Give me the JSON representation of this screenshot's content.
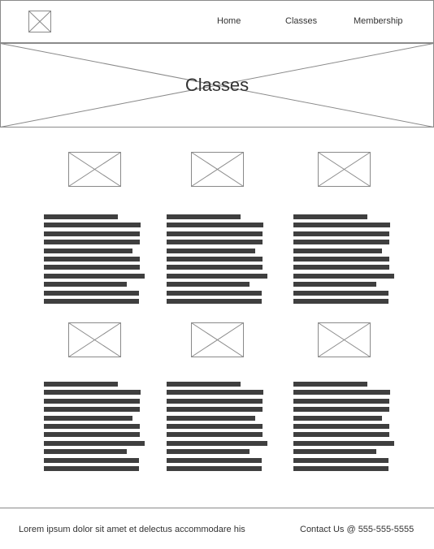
{
  "nav": {
    "items": [
      {
        "label": "Home"
      },
      {
        "label": "Classes"
      },
      {
        "label": "Membership"
      }
    ]
  },
  "hero": {
    "title": "Classes"
  },
  "footer": {
    "left_text": "Lorem ipsum dolor sit amet et delectus accommodare his",
    "contact_text": "Contact Us @ 555-555-5555"
  },
  "colors": {
    "line": "#8a8a8a",
    "text_bar": "#3f3f3f",
    "text": "#333333"
  }
}
